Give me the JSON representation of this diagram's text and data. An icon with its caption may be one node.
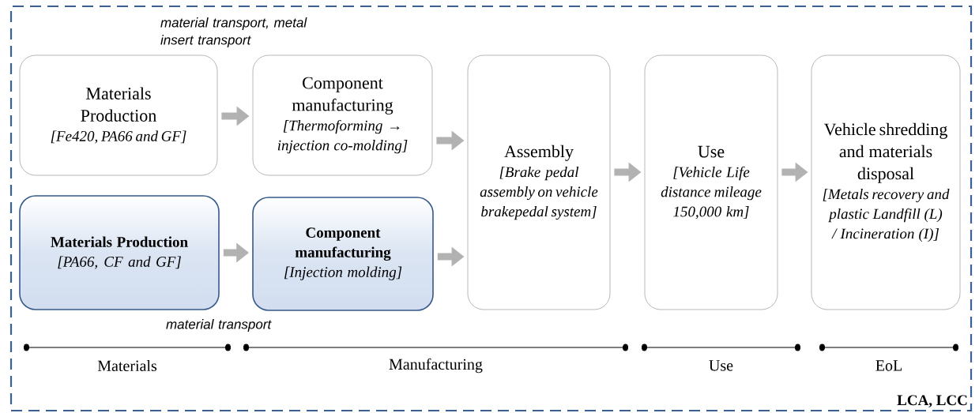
{
  "diagram": {
    "nodes": [
      {
        "text": [
          "LCA, LCC"
        ]
      },
      {
        "text": [
          "Materials Production",
          "[Fe420, PA66 and GF]"
        ],
        "in": 0
      },
      {
        "text": [
          "Component manufacturing",
          "[Thermoforming → injection co-molding]"
        ],
        "in": 0
      },
      {
        "text": [
          "Materials Production",
          "[PA66, CF and GF]"
        ],
        "in": 0
      },
      {
        "text": [
          "Component manufacturing",
          "[Injection molding]"
        ],
        "in": 0
      },
      {
        "text": [
          "Assembly",
          "[Brake pedal assembly on vehicle brakepedal system]"
        ],
        "in": 0
      },
      {
        "text": [
          "Use",
          "[Vehicle Life distance mileage 150,000 km]"
        ],
        "in": 0
      },
      {
        "text": [
          "Vehicle shredding and materials disposal",
          "[Metals recovery and plastic Landfill (L) / Incineration (I)]"
        ],
        "in": 0
      }
    ],
    "edges": [
      {
        "from": 1,
        "to": 2,
        "arrow": "to"
      },
      {
        "from": 2,
        "to": 5,
        "arrow": "to"
      },
      {
        "from": 3,
        "to": 4,
        "arrow": "to"
      },
      {
        "from": 4,
        "to": 5,
        "arrow": "to"
      },
      {
        "from": 5,
        "to": 6,
        "arrow": "to"
      },
      {
        "from": 6,
        "to": 7,
        "arrow": "to"
      }
    ],
    "labels": [
      "material transport, metal insert transport",
      "material transport",
      "Materials",
      "Manufacturing",
      "Use",
      "EoL"
    ]
  }
}
